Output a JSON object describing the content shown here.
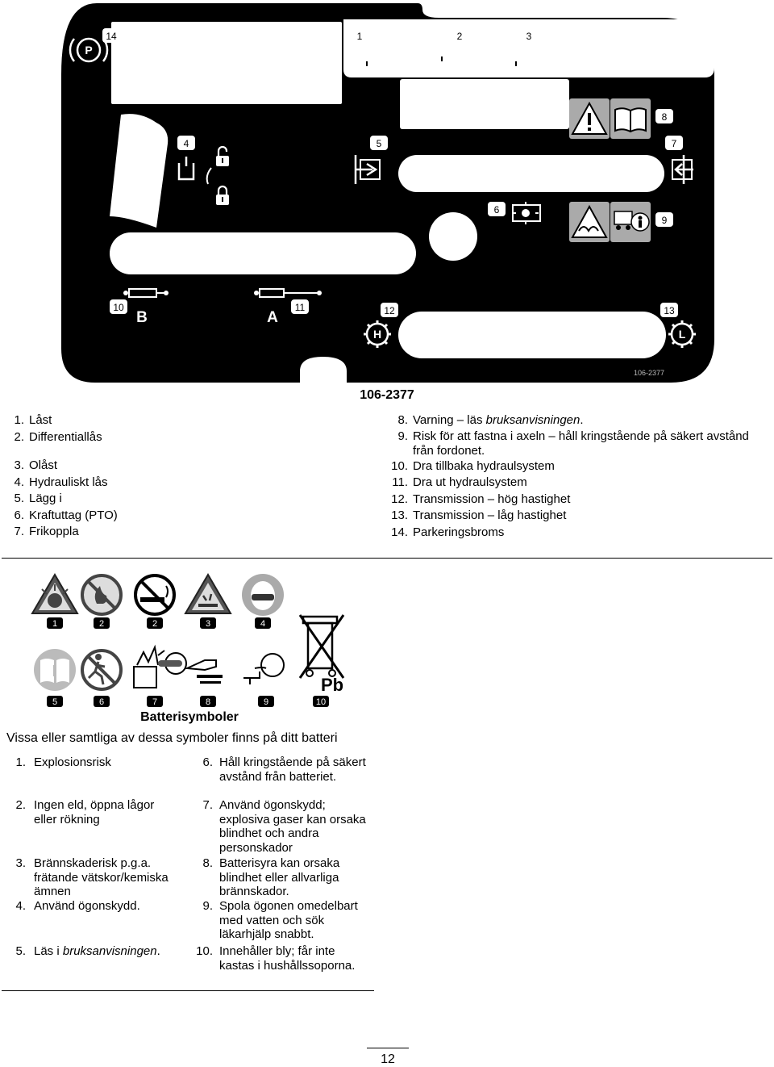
{
  "decal": {
    "code": "106-2377",
    "small_code": "106-2377",
    "callouts": [
      "14",
      "1",
      "2",
      "3",
      "8",
      "4",
      "5",
      "7",
      "6",
      "9",
      "10",
      "11",
      "12",
      "13"
    ],
    "letters": {
      "b": "B",
      "a": "A",
      "h": "H",
      "l": "L",
      "p": "P"
    }
  },
  "decal_list": {
    "left": [
      {
        "num": "1.",
        "text": "Låst"
      },
      {
        "num": "2.",
        "text": "Differentiallås"
      },
      {
        "num": "3.",
        "text": "Olåst"
      },
      {
        "num": "4.",
        "text": "Hydrauliskt lås"
      },
      {
        "num": "5.",
        "text": "Lägg i"
      },
      {
        "num": "6.",
        "text": "Kraftuttag (PTO)"
      },
      {
        "num": "7.",
        "text": "Frikoppla"
      }
    ],
    "right": [
      {
        "num": "8.",
        "text_a": "Varning – läs ",
        "text_em": "bruksanvisningen",
        "text_b": "."
      },
      {
        "num": "9.",
        "text_a": "Risk för att fastna i axeln – håll kringstående på säkert avstånd från fordonet.",
        "text_em": "",
        "text_b": ""
      },
      {
        "num": "10.",
        "text_a": "Dra tillbaka hydraulsystem",
        "text_em": "",
        "text_b": ""
      },
      {
        "num": "11.",
        "text_a": "Dra ut hydraulsystem",
        "text_em": "",
        "text_b": ""
      },
      {
        "num": "12.",
        "text_a": "Transmission – hög hastighet",
        "text_em": "",
        "text_b": ""
      },
      {
        "num": "13.",
        "text_a": "Transmission – låg hastighet",
        "text_em": "",
        "text_b": ""
      },
      {
        "num": "14.",
        "text_a": "Parkeringsbroms",
        "text_em": "",
        "text_b": ""
      }
    ]
  },
  "battery": {
    "title": "Batterisymboler",
    "subtitle": "Vissa eller samtliga av dessa symboler finns på ditt batteri",
    "pb_label": "Pb",
    "row1_numbers": [
      "1",
      "2",
      "2",
      "3",
      "4"
    ],
    "row2_numbers": [
      "5",
      "6",
      "7",
      "8",
      "9",
      "10"
    ],
    "left": [
      {
        "num": "1.",
        "text": "Explosionsrisk"
      },
      {
        "num": "2.",
        "text": "Ingen eld, öppna lågor eller rökning"
      },
      {
        "num": "3.",
        "text": "Brännskaderisk p.g.a. frätande vätskor/kemiska ämnen"
      },
      {
        "num": "4.",
        "text": "Använd ögonskydd."
      },
      {
        "num": "5.",
        "text_a": "Läs i ",
        "text_em": "bruksanvisningen",
        "text_b": "."
      }
    ],
    "right": [
      {
        "num": "6.",
        "text": "Håll kringstående på säkert avstånd från batteriet."
      },
      {
        "num": "7.",
        "text": "Använd ögonskydd; explosiva gaser kan orsaka blindhet och andra personskador"
      },
      {
        "num": "8.",
        "text": "Batterisyra kan orsaka blindhet eller allvarliga brännskador."
      },
      {
        "num": "9.",
        "text": "Spola ögonen omedelbart med vatten och sök läkarhjälp snabbt."
      },
      {
        "num": "10.",
        "text": "Innehåller bly; får inte kastas i hushållssoporna."
      }
    ]
  },
  "page_number": "12"
}
